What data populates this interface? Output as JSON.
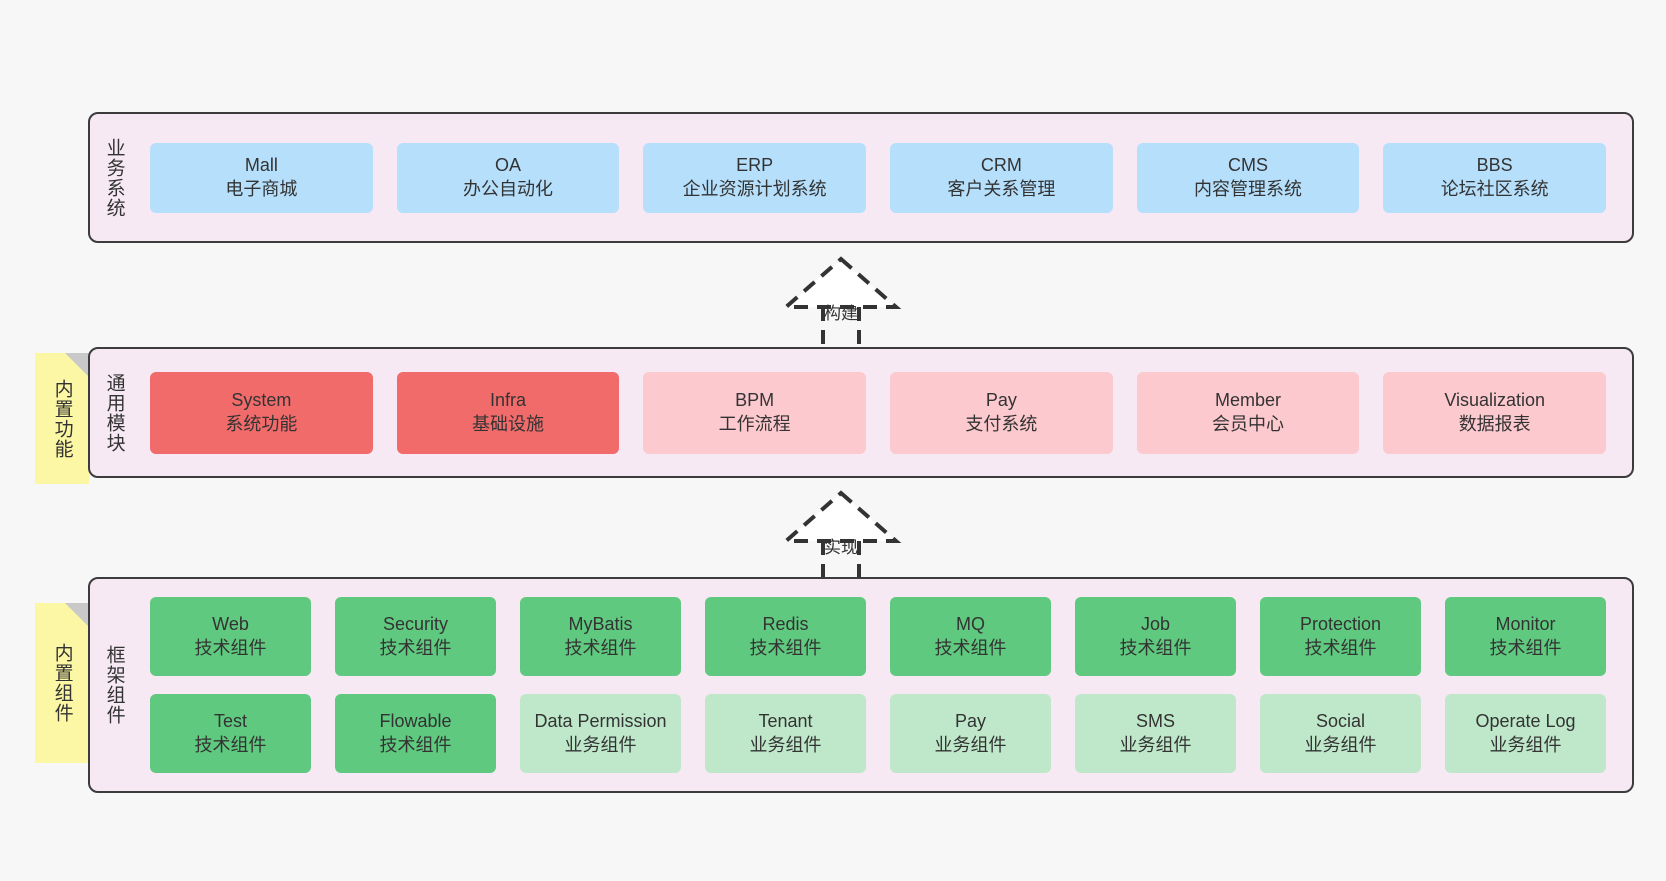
{
  "canvas": {
    "background": "#f7f7f7",
    "band_background": "#f7e9f3",
    "band_border": "#3c3c3c",
    "note_background": "#fbf7a5",
    "note_fold": "#c9c9c9"
  },
  "layers": [
    {
      "id": "business",
      "title": "业务系统",
      "rows": [
        {
          "cells": [
            {
              "t1": "Mall",
              "t2": "电子商城",
              "color": "#b6dffb",
              "variant": "c-blue"
            },
            {
              "t1": "OA",
              "t2": "办公自动化",
              "color": "#b6dffb",
              "variant": "c-blue"
            },
            {
              "t1": "ERP",
              "t2": "企业资源计划系统",
              "color": "#b6dffb",
              "variant": "c-blue"
            },
            {
              "t1": "CRM",
              "t2": "客户关系管理",
              "color": "#b6dffb",
              "variant": "c-blue"
            },
            {
              "t1": "CMS",
              "t2": "内容管理系统",
              "color": "#b6dffb",
              "variant": "c-blue"
            },
            {
              "t1": "BBS",
              "t2": "论坛社区系统",
              "color": "#b6dffb",
              "variant": "c-blue"
            }
          ]
        }
      ]
    },
    {
      "id": "modules",
      "title": "通用模块",
      "note": "内置功能",
      "rows": [
        {
          "cells": [
            {
              "t1": "System",
              "t2": "系统功能",
              "color": "#f26b6b",
              "variant": "c-red"
            },
            {
              "t1": "Infra",
              "t2": "基础设施",
              "color": "#f26b6b",
              "variant": "c-red"
            },
            {
              "t1": "BPM",
              "t2": "工作流程",
              "color": "#fcc9ce",
              "variant": "c-pink"
            },
            {
              "t1": "Pay",
              "t2": "支付系统",
              "color": "#fcc9ce",
              "variant": "c-pink"
            },
            {
              "t1": "Member",
              "t2": "会员中心",
              "color": "#fcc9ce",
              "variant": "c-pink"
            },
            {
              "t1": "Visualization",
              "t2": "数据报表",
              "color": "#fcc9ce",
              "variant": "c-pink"
            }
          ]
        }
      ]
    },
    {
      "id": "framework",
      "title": "框架组件",
      "note": "内置组件",
      "rows": [
        {
          "cells": [
            {
              "t1": "Web",
              "t2": "技术组件",
              "color": "#5fc97f",
              "variant": "c-green"
            },
            {
              "t1": "Security",
              "t2": "技术组件",
              "color": "#5fc97f",
              "variant": "c-green"
            },
            {
              "t1": "MyBatis",
              "t2": "技术组件",
              "color": "#5fc97f",
              "variant": "c-green"
            },
            {
              "t1": "Redis",
              "t2": "技术组件",
              "color": "#5fc97f",
              "variant": "c-green"
            },
            {
              "t1": "MQ",
              "t2": "技术组件",
              "color": "#5fc97f",
              "variant": "c-green"
            },
            {
              "t1": "Job",
              "t2": "技术组件",
              "color": "#5fc97f",
              "variant": "c-green"
            },
            {
              "t1": "Protection",
              "t2": "技术组件",
              "color": "#5fc97f",
              "variant": "c-green"
            },
            {
              "t1": "Monitor",
              "t2": "技术组件",
              "color": "#5fc97f",
              "variant": "c-green"
            }
          ]
        },
        {
          "cells": [
            {
              "t1": "Test",
              "t2": "技术组件",
              "color": "#5fc97f",
              "variant": "c-green"
            },
            {
              "t1": "Flowable",
              "t2": "技术组件",
              "color": "#5fc97f",
              "variant": "c-green"
            },
            {
              "t1": "Data Permission",
              "t2": "业务组件",
              "color": "#bfe8ca",
              "variant": "c-green-light"
            },
            {
              "t1": "Tenant",
              "t2": "业务组件",
              "color": "#bfe8ca",
              "variant": "c-green-light"
            },
            {
              "t1": "Pay",
              "t2": "业务组件",
              "color": "#bfe8ca",
              "variant": "c-green-light"
            },
            {
              "t1": "SMS",
              "t2": "业务组件",
              "color": "#bfe8ca",
              "variant": "c-green-light"
            },
            {
              "t1": "Social",
              "t2": "业务组件",
              "color": "#bfe8ca",
              "variant": "c-green-light"
            },
            {
              "t1": "Operate Log",
              "t2": "业务组件",
              "color": "#bfe8ca",
              "variant": "c-green-light"
            }
          ]
        }
      ]
    }
  ],
  "connectors": [
    {
      "id": "build",
      "label": "构建",
      "style": "dashed-hollow-triangle-up"
    },
    {
      "id": "realize",
      "label": "实现",
      "style": "dashed-hollow-triangle-up"
    }
  ]
}
